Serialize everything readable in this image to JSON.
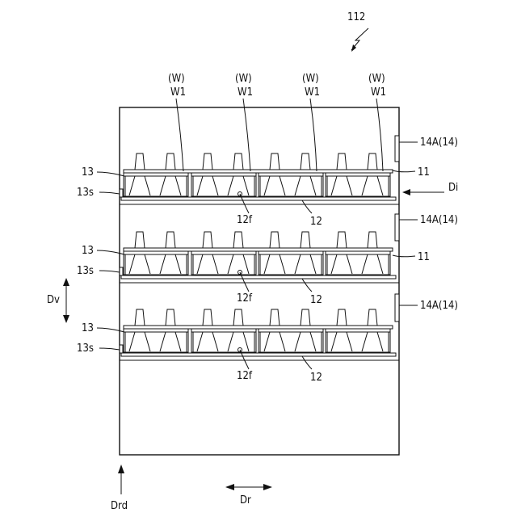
{
  "figure_number": "112",
  "labels": {
    "workpiece_w": "(W)",
    "workpiece_w1": "W1",
    "rack": "11",
    "shelf": "12",
    "shelf_face": "12f",
    "tray": "13",
    "tray_side": "13s",
    "sensor": "14A(14)",
    "insert_direction": "Di",
    "vertical_direction": "Dv",
    "row_direction": "Dr",
    "depth_direction": "Drd"
  }
}
